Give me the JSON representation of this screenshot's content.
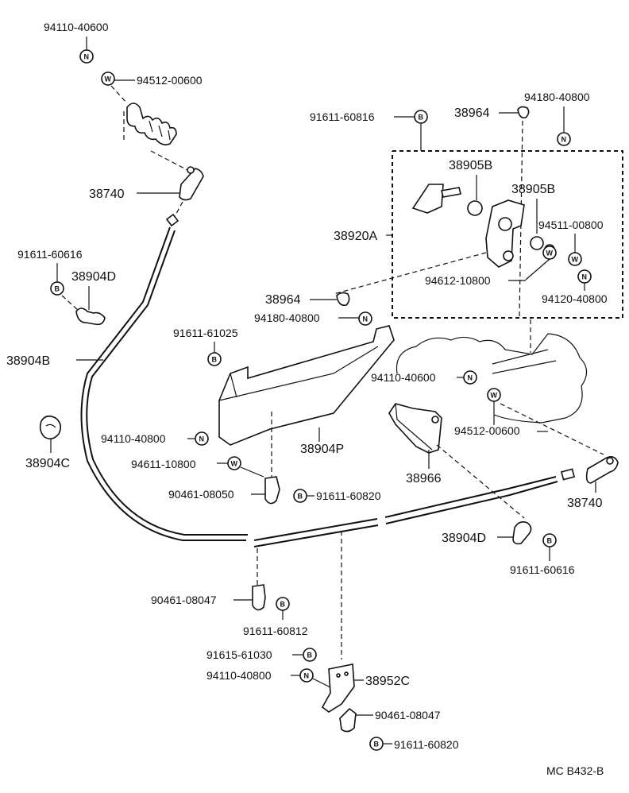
{
  "drawing_code": "MC B432-B",
  "badges": {
    "nut": "N",
    "washer": "W",
    "bolt": "B"
  },
  "labels": {
    "p94110_40600_top": "94110-40600",
    "p94512_00600_top": "94512-00600",
    "p38740_left": "38740",
    "p91611_60616_left": "91611-60616",
    "p38904D_left": "38904D",
    "p38904B": "38904B",
    "p38904C": "38904C",
    "p91611_60816": "91611-60816",
    "p38964_top": "38964",
    "p94180_40800_top": "94180-40800",
    "p38905B_a": "38905B",
    "p38905B_b": "38905B",
    "p38920A": "38920A",
    "p94511_00800": "94511-00800",
    "p94612_10800": "94612-10800",
    "p94120_40800": "94120-40800",
    "p38964_mid": "38964",
    "p94180_40800_mid": "94180-40800",
    "p91611_61025": "91611-61025",
    "p94110_40600_mid": "94110-40600",
    "p94512_00600_mid": "94512-00600",
    "p38904P": "38904P",
    "p94110_40800_mid": "94110-40800",
    "p94611_10800": "94611-10800",
    "p90461_08050": "90461-08050",
    "p91611_60820_mid": "91611-60820",
    "p38966": "38966",
    "p38740_right": "38740",
    "p38904D_right": "38904D",
    "p91611_60616_right": "91611-60616",
    "p90461_08047_left": "90461-08047",
    "p91611_60812": "91611-60812",
    "p91615_61030": "91615-61030",
    "p94110_40800_bottom": "94110-40800",
    "p38952C": "38952C",
    "p90461_08047_bottom": "90461-08047",
    "p91611_60820_bottom": "91611-60820"
  }
}
